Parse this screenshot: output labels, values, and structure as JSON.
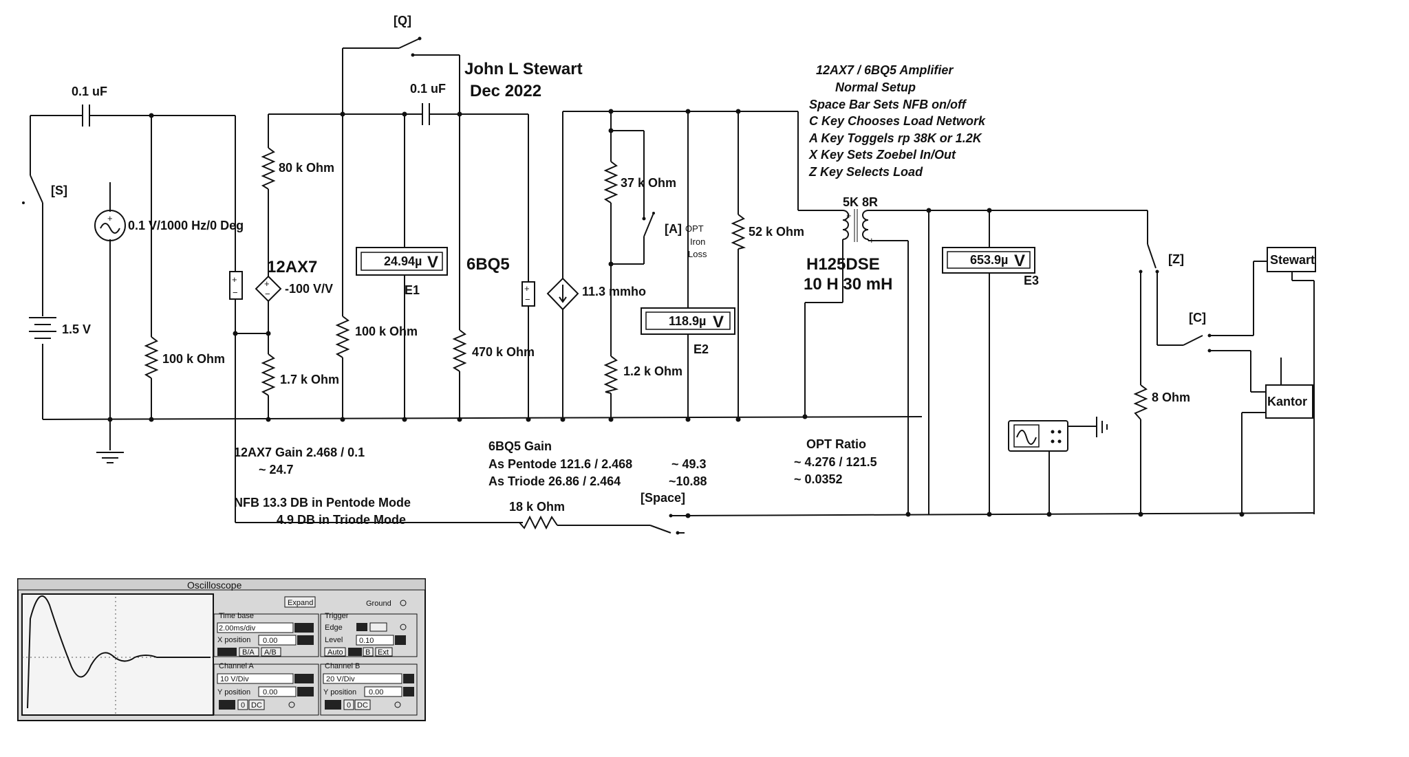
{
  "header": {
    "author": "John L Stewart",
    "date": "Dec 2022"
  },
  "notes": [
    "12AX7 / 6BQ5 Amplifier",
    "Normal Setup",
    "Space Bar Sets NFB on/off",
    "C Key Chooses Load Network",
    "A Key Toggels rp 38K or 1.2K",
    "X Key Sets Zoebel In/Out",
    "Z Key Selects Load"
  ],
  "labels": {
    "cap1": "0.1 uF",
    "cap2": "0.1 uF",
    "switch_s": "[S]",
    "switch_q": "[Q]",
    "switch_a": "[A]",
    "switch_z": "[Z]",
    "switch_c": "[C]",
    "switch_space": "[Space]",
    "battery": "1.5 V",
    "source": "0.1 V/1000 Hz/0 Deg",
    "r100k_in": "100 k Ohm",
    "r80k": "80 k Ohm",
    "r1_7k": "1.7 k Ohm",
    "tube1": "12AX7",
    "gain1": "-100 V/V",
    "r100k_mid": "100 k Ohm",
    "r470k": "470 k Ohm",
    "tube2": "6BQ5",
    "gm": "11.3 mmho",
    "r37k": "37 k Ohm",
    "r1_2k": "1.2 k Ohm",
    "opt_iron": [
      "OPT",
      "Iron",
      "Loss"
    ],
    "r52k": "52 k Ohm",
    "xfmr_ratio": "5K 8R",
    "xfmr_name": "H125DSE",
    "xfmr_ind": "10 H 30 mH",
    "r8": "8  Ohm",
    "load1": "Stewart",
    "load2": "Kantor",
    "r18k": "18 k Ohm"
  },
  "meters": [
    {
      "name": "E1",
      "value": "24.94µ",
      "unit": "V"
    },
    {
      "name": "E2",
      "value": "118.9µ",
      "unit": "V"
    },
    {
      "name": "E3",
      "value": "653.9µ",
      "unit": "V"
    }
  ],
  "calcs": {
    "ax7_gain": "12AX7 Gain 2.468 / 0.1",
    "ax7_gain_val": "~ 24.7",
    "nfb_pentode": "NFB  13.3 DB in Pentode Mode",
    "nfb_triode": "4.9 DB in Triode Mode",
    "bq5_title": "6BQ5 Gain",
    "pentode": "As Pentode 121.6 / 2.468",
    "pentode_val": "~ 49.3",
    "triode": "As Triode    26.86 / 2.464",
    "triode_val": "~10.88",
    "opt_title": "OPT Ratio",
    "opt1": "~ 4.276 / 121.5",
    "opt2": "~ 0.0352"
  },
  "oscilloscope": {
    "title": "Oscilloscope",
    "expand": "Expand",
    "ground": "Ground",
    "time_base": "Time base",
    "time_value": "2.00ms/div",
    "x_position": "X position",
    "x_value": "0.00",
    "ba": "B/A",
    "ab": "A/B",
    "trigger": "Trigger",
    "edge": "Edge",
    "level": "Level",
    "level_value": "0.10",
    "auto": "Auto",
    "b": "B",
    "ext": "Ext",
    "channel_a": "Channel A",
    "ch_a_value": "10  V/Div",
    "y_position": "Y position",
    "ya_value": "0.00",
    "channel_b": "Channel B",
    "ch_b_value": "20  V/Div",
    "yb_value": "0.00",
    "zero": "0",
    "dc": "DC"
  }
}
